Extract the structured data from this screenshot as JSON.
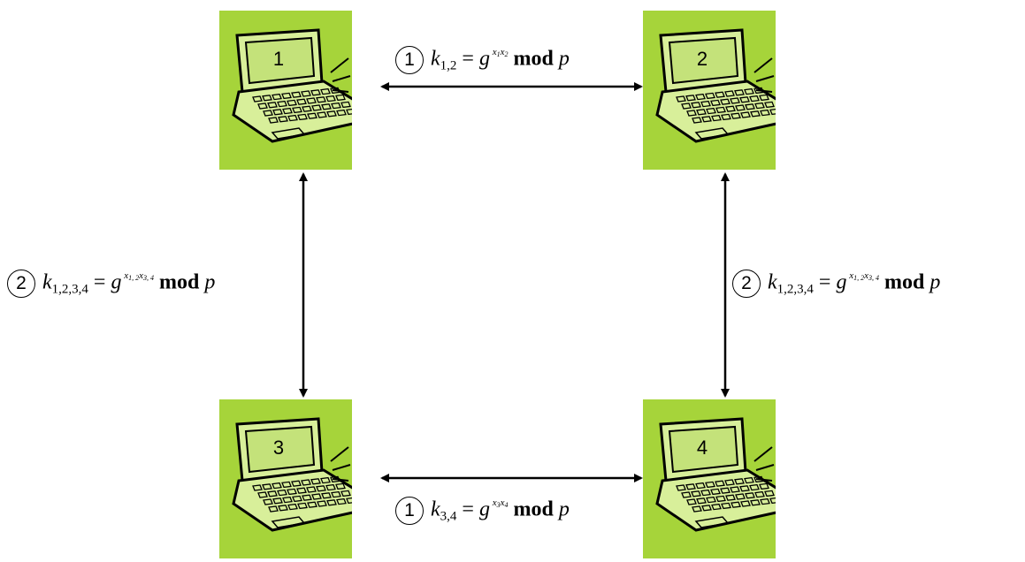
{
  "nodes": [
    {
      "id": "node-1",
      "label": "1"
    },
    {
      "id": "node-2",
      "label": "2"
    },
    {
      "id": "node-3",
      "label": "3"
    },
    {
      "id": "node-4",
      "label": "4"
    }
  ],
  "edges": [
    {
      "from": "1",
      "to": "2",
      "step": "1",
      "key": "k",
      "key_sub": "1,2",
      "base": "g",
      "exp": [
        {
          "v": "x",
          "s": "1"
        },
        {
          "v": "x",
          "s": "2"
        }
      ],
      "mod": "mod",
      "p": "p"
    },
    {
      "from": "3",
      "to": "4",
      "step": "1",
      "key": "k",
      "key_sub": "3,4",
      "base": "g",
      "exp": [
        {
          "v": "x",
          "s": "3"
        },
        {
          "v": "x",
          "s": "4"
        }
      ],
      "mod": "mod",
      "p": "p"
    },
    {
      "from": "1",
      "to": "3",
      "step": "2",
      "key": "k",
      "key_sub": "1,2,3,4",
      "base": "g",
      "exp": [
        {
          "v": "x",
          "s": "1, 2"
        },
        {
          "v": "x",
          "s": "3, 4"
        }
      ],
      "mod": "mod",
      "p": "p"
    },
    {
      "from": "2",
      "to": "4",
      "step": "2",
      "key": "k",
      "key_sub": "1,2,3,4",
      "base": "g",
      "exp": [
        {
          "v": "x",
          "s": "1, 2"
        },
        {
          "v": "x",
          "s": "3, 4"
        }
      ],
      "mod": "mod",
      "p": "p"
    }
  ],
  "colors": {
    "box": "#a6d43a",
    "screen": "#d8ef9a",
    "line": "#000000"
  },
  "icons": {
    "node": "laptop-icon",
    "step": "circled-number"
  }
}
